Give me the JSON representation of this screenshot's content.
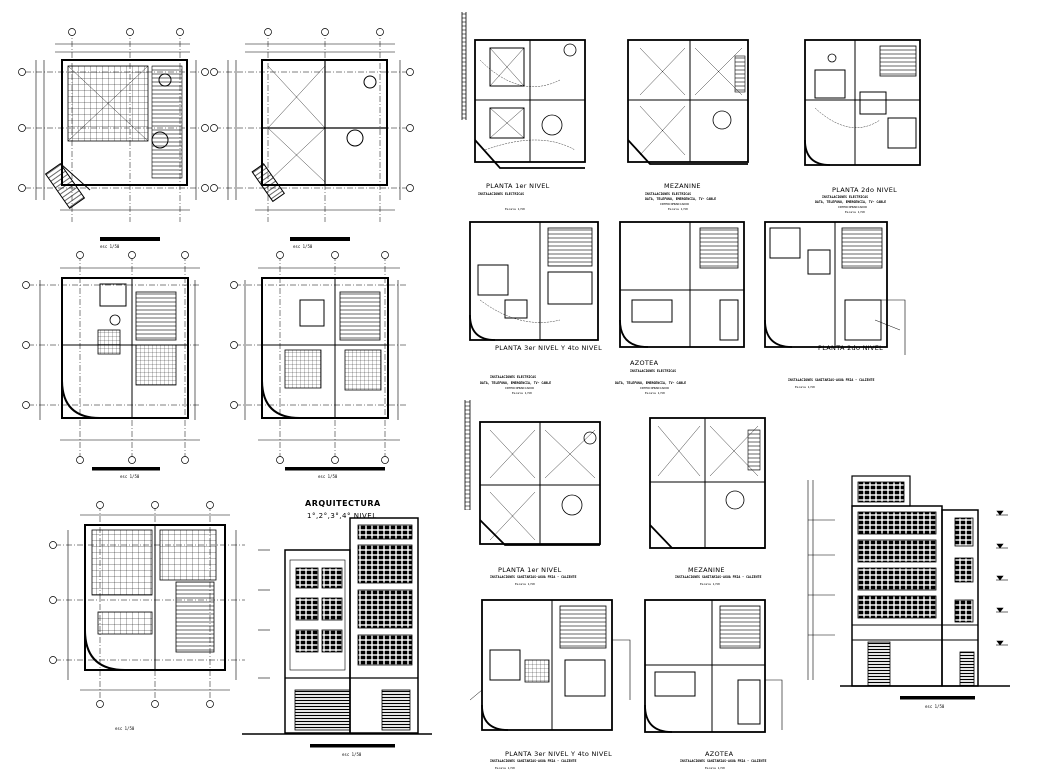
{
  "sheet": {
    "arch_title": "ARQUITECTURA",
    "arch_subtitle": "1°,2°,3°,4° NIVEL",
    "scale_label": "esc 1/50"
  },
  "electrical": {
    "plan_1": {
      "title": "PLANTA 1er NIVEL",
      "sub1": "INSTALACIONES ELECTRICAS",
      "sub2": "",
      "scale": "Escala 1/50"
    },
    "plan_mezz": {
      "title": "MEZANINE",
      "sub1": "INSTALACIONES ELECTRICAS",
      "sub2": "DATA, TELEFONO, EMERGENCIA, TV- CABLE",
      "sub3": "INTERCOMUNICADOR",
      "scale": "Escala 1/50"
    },
    "plan_2": {
      "title": "PLANTA 2do NIVEL",
      "sub1": "INSTALACIONES ELECTRICAS",
      "sub2": "DATA, TELEFONO, EMERGENCIA, TV- CABLE",
      "sub3": "INTERCOMUNICADOR",
      "scale": "Escala 1/50"
    },
    "plan_3": {
      "title": "PLANTA 3er NIVEL Y 4to NIVEL",
      "sub1": "INSTALACIONES ELECTRICAS",
      "sub2": "DATA, TELEFONO, EMERGENCIA, TV- CABLE",
      "sub3": "INTERCOMUNICADOR",
      "scale": "Escala 1/50"
    },
    "plan_roof": {
      "title": "AZOTEA",
      "sub1": "INSTALACIONES ELECTRICAS",
      "sub2": "DATA, TELEFONO, EMERGENCIA, TV- CABLE",
      "sub3": "INTERCOMUNICADOR",
      "scale": "Escala 1/50"
    }
  },
  "sanitary": {
    "plan_2": {
      "title": "PLANTA 2do NIVEL",
      "sub1": "INSTALACIONES SANITARIAS-AGUA FRIA - CALIENTE",
      "scale": "Escala 1/50"
    },
    "plan_1": {
      "title": "PLANTA 1er NIVEL",
      "sub1": "INSTALACIONES SANITARIAS-AGUA FRIA - CALIENTE",
      "scale": "Escala 1/50"
    },
    "plan_mezz": {
      "title": "MEZANINE",
      "sub1": "INSTALACIONES SANITARIAS-AGUA FRIA - CALIENTE",
      "scale": "Escala 1/50"
    },
    "plan_3": {
      "title": "PLANTA 3er NIVEL Y 4to NIVEL",
      "sub1": "INSTALACIONES SANITARIAS-AGUA FRIA - CALIENTE",
      "scale": "Escala 1/50"
    },
    "plan_roof": {
      "title": "AZOTEA",
      "sub1": "INSTALACIONES SANITARIAS-AGUA FRIA - CALIENTE",
      "scale": "Escala 1/50"
    }
  }
}
